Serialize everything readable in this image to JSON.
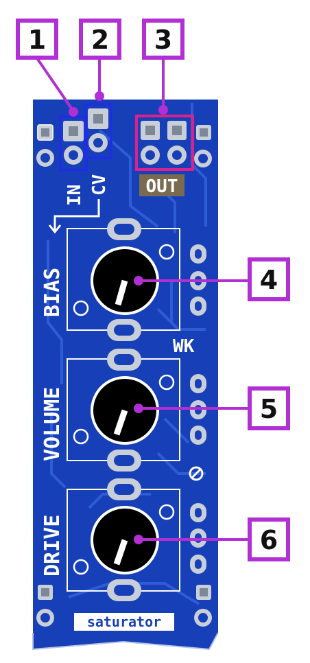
{
  "callouts": [
    "1",
    "2",
    "3",
    "4",
    "5",
    "6"
  ],
  "jack_labels": {
    "in": "IN",
    "cv": "CV",
    "out": "OUT"
  },
  "knob_labels": {
    "bias": "BIAS",
    "volume": "VOLUME",
    "drive": "DRIVE"
  },
  "module_name": "saturator",
  "colors": {
    "board": "#1740b8",
    "trace": "#2f5fd6",
    "callout": "#b12fd4",
    "in_box": "#1f2fe0",
    "out_box": "#e0208a",
    "knob": "#000000",
    "out_label_bg": "#7a6a50"
  }
}
